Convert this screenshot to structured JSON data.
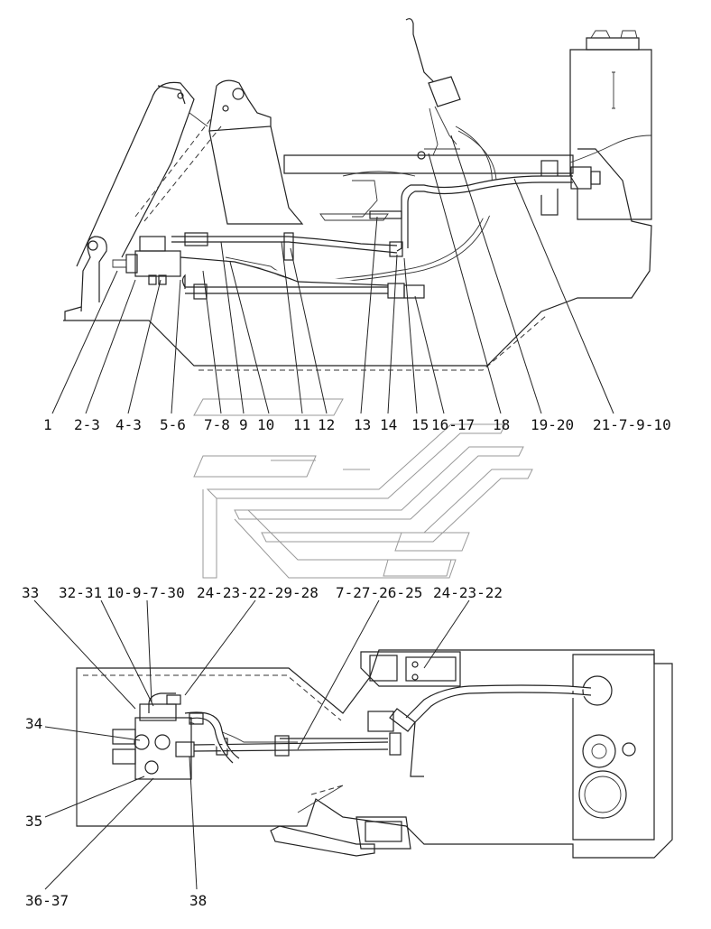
{
  "top_view": {
    "labels": [
      "1",
      "2-3",
      "4-3",
      "5-6",
      "7-8",
      "9",
      "10",
      "11",
      "12",
      "13",
      "14",
      "15",
      "16-17",
      "18",
      "19-20",
      "21-7-9-10"
    ]
  },
  "bottom_view": {
    "labels": [
      "33",
      "32-31",
      "10-9-7-30",
      "24-23-22-29-28",
      "7-27-26-25",
      "24-23-22",
      "34",
      "35",
      "36-37",
      "38"
    ]
  }
}
